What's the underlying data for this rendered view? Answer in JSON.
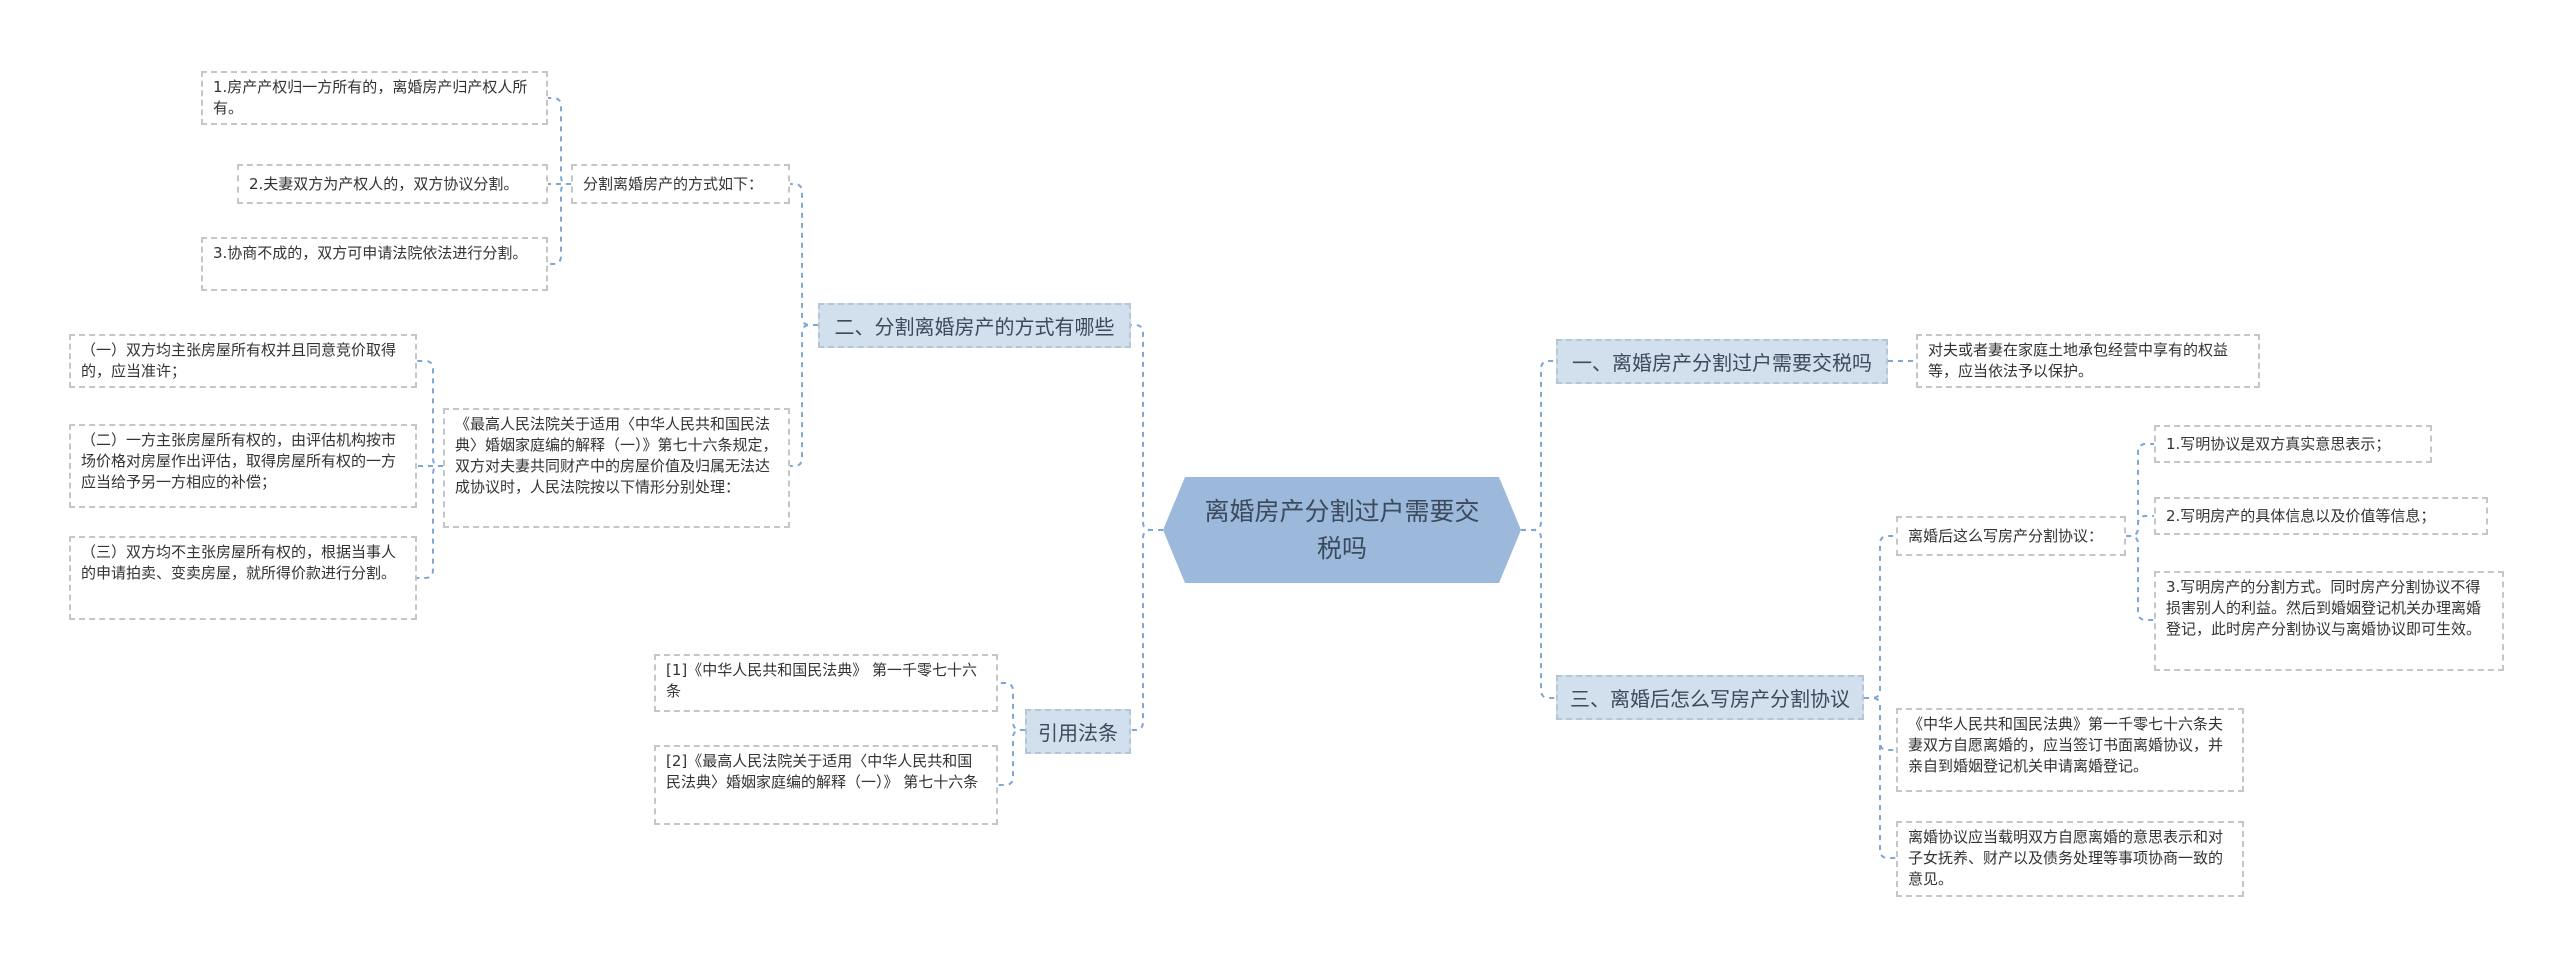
{
  "root": {
    "title": "离婚房产分割过户需要交税吗"
  },
  "branches": {
    "b1": {
      "label": "一、离婚房产分割过户需要交税吗"
    },
    "b2": {
      "label": "二、分割离婚房产的方式有哪些"
    },
    "b3": {
      "label": "三、离婚后怎么写房产分割协议"
    },
    "b4": {
      "label": "引用法条"
    }
  },
  "nodes": {
    "b1_answer": "对夫或者妻在家庭土地承包经营中享有的权益等，应当依法予以保护。",
    "b2_ways_header": "分割离婚房产的方式如下：",
    "b2_way_1": "1.房产产权归一方所有的，离婚房产归产权人所有。",
    "b2_way_2": "2.夫妻双方为产权人的，双方协议分割。",
    "b2_way_3": "3.协商不成的，双方可申请法院依法进行分割。",
    "b2_judicial": "《最高人民法院关于适用〈中华人民共和国民法典〉婚姻家庭编的解释（一）》第七十六条规定，双方对夫妻共同财产中的房屋价值及归属无法达成协议时，人民法院按以下情形分别处理：",
    "b2_case_1": "（一）双方均主张房屋所有权并且同意竞价取得的，应当准许；",
    "b2_case_2": "（二）一方主张房屋所有权的，由评估机构按市场价格对房屋作出评估，取得房屋所有权的一方应当给予另一方相应的补偿；",
    "b2_case_3": "（三）双方均不主张房屋所有权的，根据当事人的申请拍卖、变卖房屋，就所得价款进行分割。",
    "b3_how_header": "离婚后这么写房产分割协议：",
    "b3_how_1": "1.写明协议是双方真实意思表示；",
    "b3_how_2": "2.写明房产的具体信息以及价值等信息；",
    "b3_how_3": "3.写明房产的分割方式。同时房产分割协议不得损害别人的利益。然后到婚姻登记机关办理离婚登记，此时房产分割协议与离婚协议即可生效。",
    "b3_law": "《中华人民共和国民法典》第一千零七十六条夫妻双方自愿离婚的，应当签订书面离婚协议，并亲自到婚姻登记机关申请离婚登记。",
    "b3_content": "离婚协议应当载明双方自愿离婚的意思表示和对子女抚养、财产以及债务处理等事项协商一致的意见。",
    "b4_ref_1": "[1]《中华人民共和国民法典》 第一千零七十六条",
    "b4_ref_2": "[2]《最高人民法院关于适用〈中华人民共和国民法典〉婚姻家庭编的解释（一）》 第七十六条"
  },
  "colors": {
    "root_fill": "#9cb9db",
    "branch_fill": "#d2dfec",
    "connector": "#7fa7d6",
    "leaf_border": "#c6c6c6"
  }
}
